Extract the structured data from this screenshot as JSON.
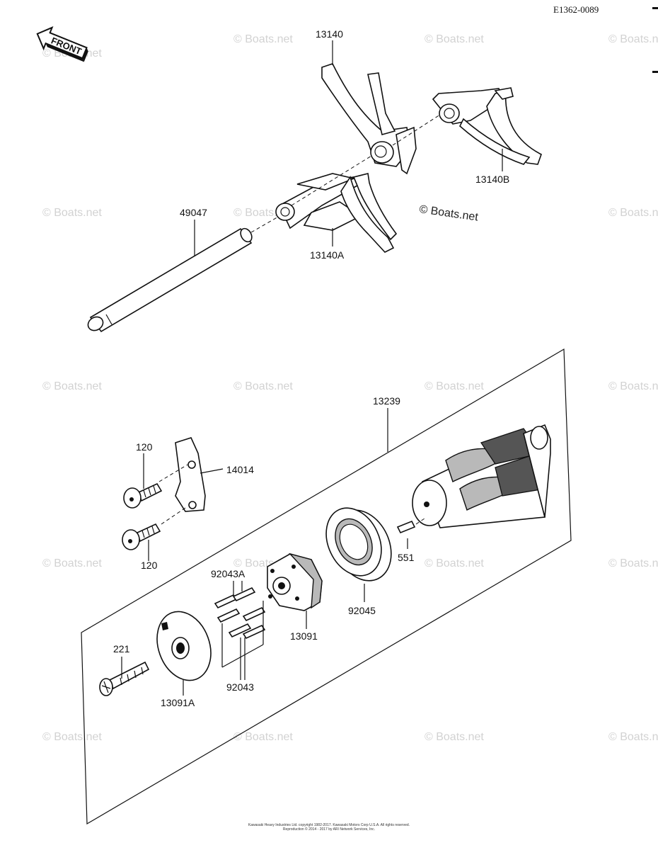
{
  "diagram_code": "E1362-0089",
  "front_marker": "FRONT",
  "watermark": "© Boats.net",
  "center_watermark": "© Boats.net",
  "parts": {
    "fork": "13140",
    "fork_b": "13140B",
    "fork_a": "13140A",
    "rod": "49047",
    "drum_assembly": "13239",
    "bolt_upper": "120",
    "bolt_lower": "120",
    "plate": "14014",
    "pin_551": "551",
    "bearing": "92045",
    "pin_a": "92043A",
    "pin": "92043",
    "cam": "13091",
    "cam_a": "13091A",
    "screw": "221"
  },
  "footer": {
    "line1": "Kawasaki Heavy Industries Ltd. copyright 1982-2017. Kawasaki Motors Corp U.S.A. All rights reserved.",
    "line2": "Reproduction © 2014 - 2017 by ARI Network Services, Inc."
  }
}
